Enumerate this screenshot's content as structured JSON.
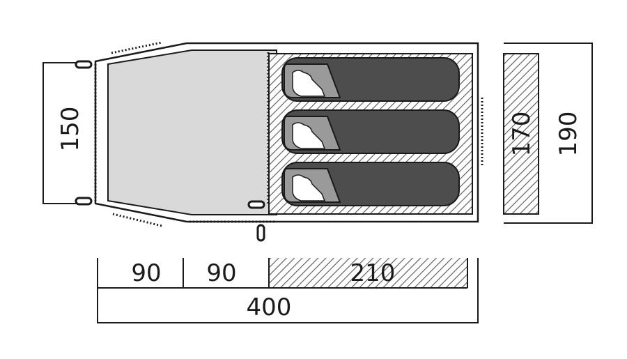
{
  "dimensions": {
    "width_left": "150",
    "inner_depth": "170",
    "outer_depth": "190",
    "vestibule_1": "90",
    "vestibule_2": "90",
    "bedroom_length": "210",
    "total_length": "400"
  },
  "colors": {
    "outline": "#1a1a1a",
    "vestibule_fill": "#d9d9d9",
    "sleeping_bag": "#4d4d4d",
    "hatch": "#555555"
  },
  "sleeping_bags": 3
}
